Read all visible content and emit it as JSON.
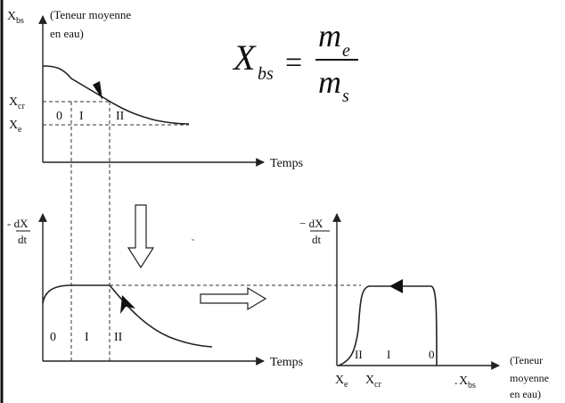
{
  "formula": {
    "lhs_main": "X",
    "lhs_sub": "bs",
    "equals": "=",
    "num_main": "m",
    "num_sub": "e",
    "den_main": "m",
    "den_sub": "s"
  },
  "chart1": {
    "y_main": "X",
    "y_sub": "bs",
    "y_desc_line1": "(Teneur moyenne",
    "y_desc_line2": "en eau)",
    "xcr_main": "X",
    "xcr_sub": "cr",
    "xe_main": "X",
    "xe_sub": "e",
    "phase0": "0",
    "phase1": "I",
    "phase2": "II",
    "x_label": "Temps"
  },
  "chart2": {
    "y_label_num": "- dX",
    "y_label_den": "dt",
    "phase0": "0",
    "phase1": "I",
    "phase2": "II",
    "x_label": "Temps"
  },
  "chart3": {
    "y_label_num": "− dX",
    "y_label_den": "dt",
    "phase2": "II",
    "phase1": "I",
    "phase0": "0",
    "xe_main": "X",
    "xe_sub": "e",
    "xcr_main": "X",
    "xcr_sub": "cr",
    "xbs_prefix": ".",
    "xbs_main": "X",
    "xbs_sub": "bs",
    "x_desc_line1": "(Teneur",
    "x_desc_line2": "moyenne",
    "x_desc_line3": "en eau)"
  },
  "colors": {
    "line": "#222222",
    "background": "#ffffff"
  }
}
